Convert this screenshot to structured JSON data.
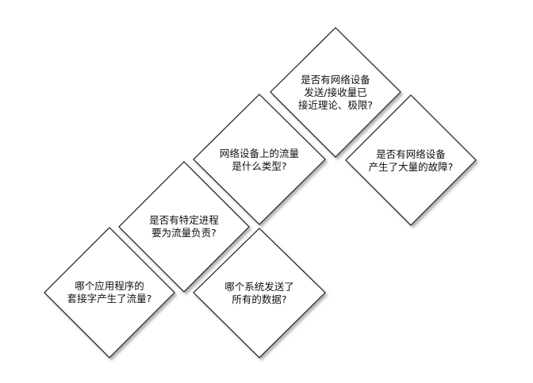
{
  "diagram": {
    "nodes": [
      {
        "id": "app-traffic",
        "text": "哪个应用程序的\n套接字产生了流量?"
      },
      {
        "id": "process-traffic",
        "text": "是否有特定进程\n要为流量负责?"
      },
      {
        "id": "system-sent",
        "text": "哪个系统发送了\n所有的数据?"
      },
      {
        "id": "traffic-type",
        "text": "网络设备上的流量\n是什么类型?"
      },
      {
        "id": "device-limit",
        "text": "是否有网络设备\n发送/接收量已\n接近理论、极限?"
      },
      {
        "id": "device-fault",
        "text": "是否有网络设备\n产生了大量的故障?"
      }
    ]
  },
  "colors": {
    "stroke": "#1a1a1a",
    "fill": "#ffffff",
    "shadow": "#9a9a9a",
    "text": "#111111"
  }
}
